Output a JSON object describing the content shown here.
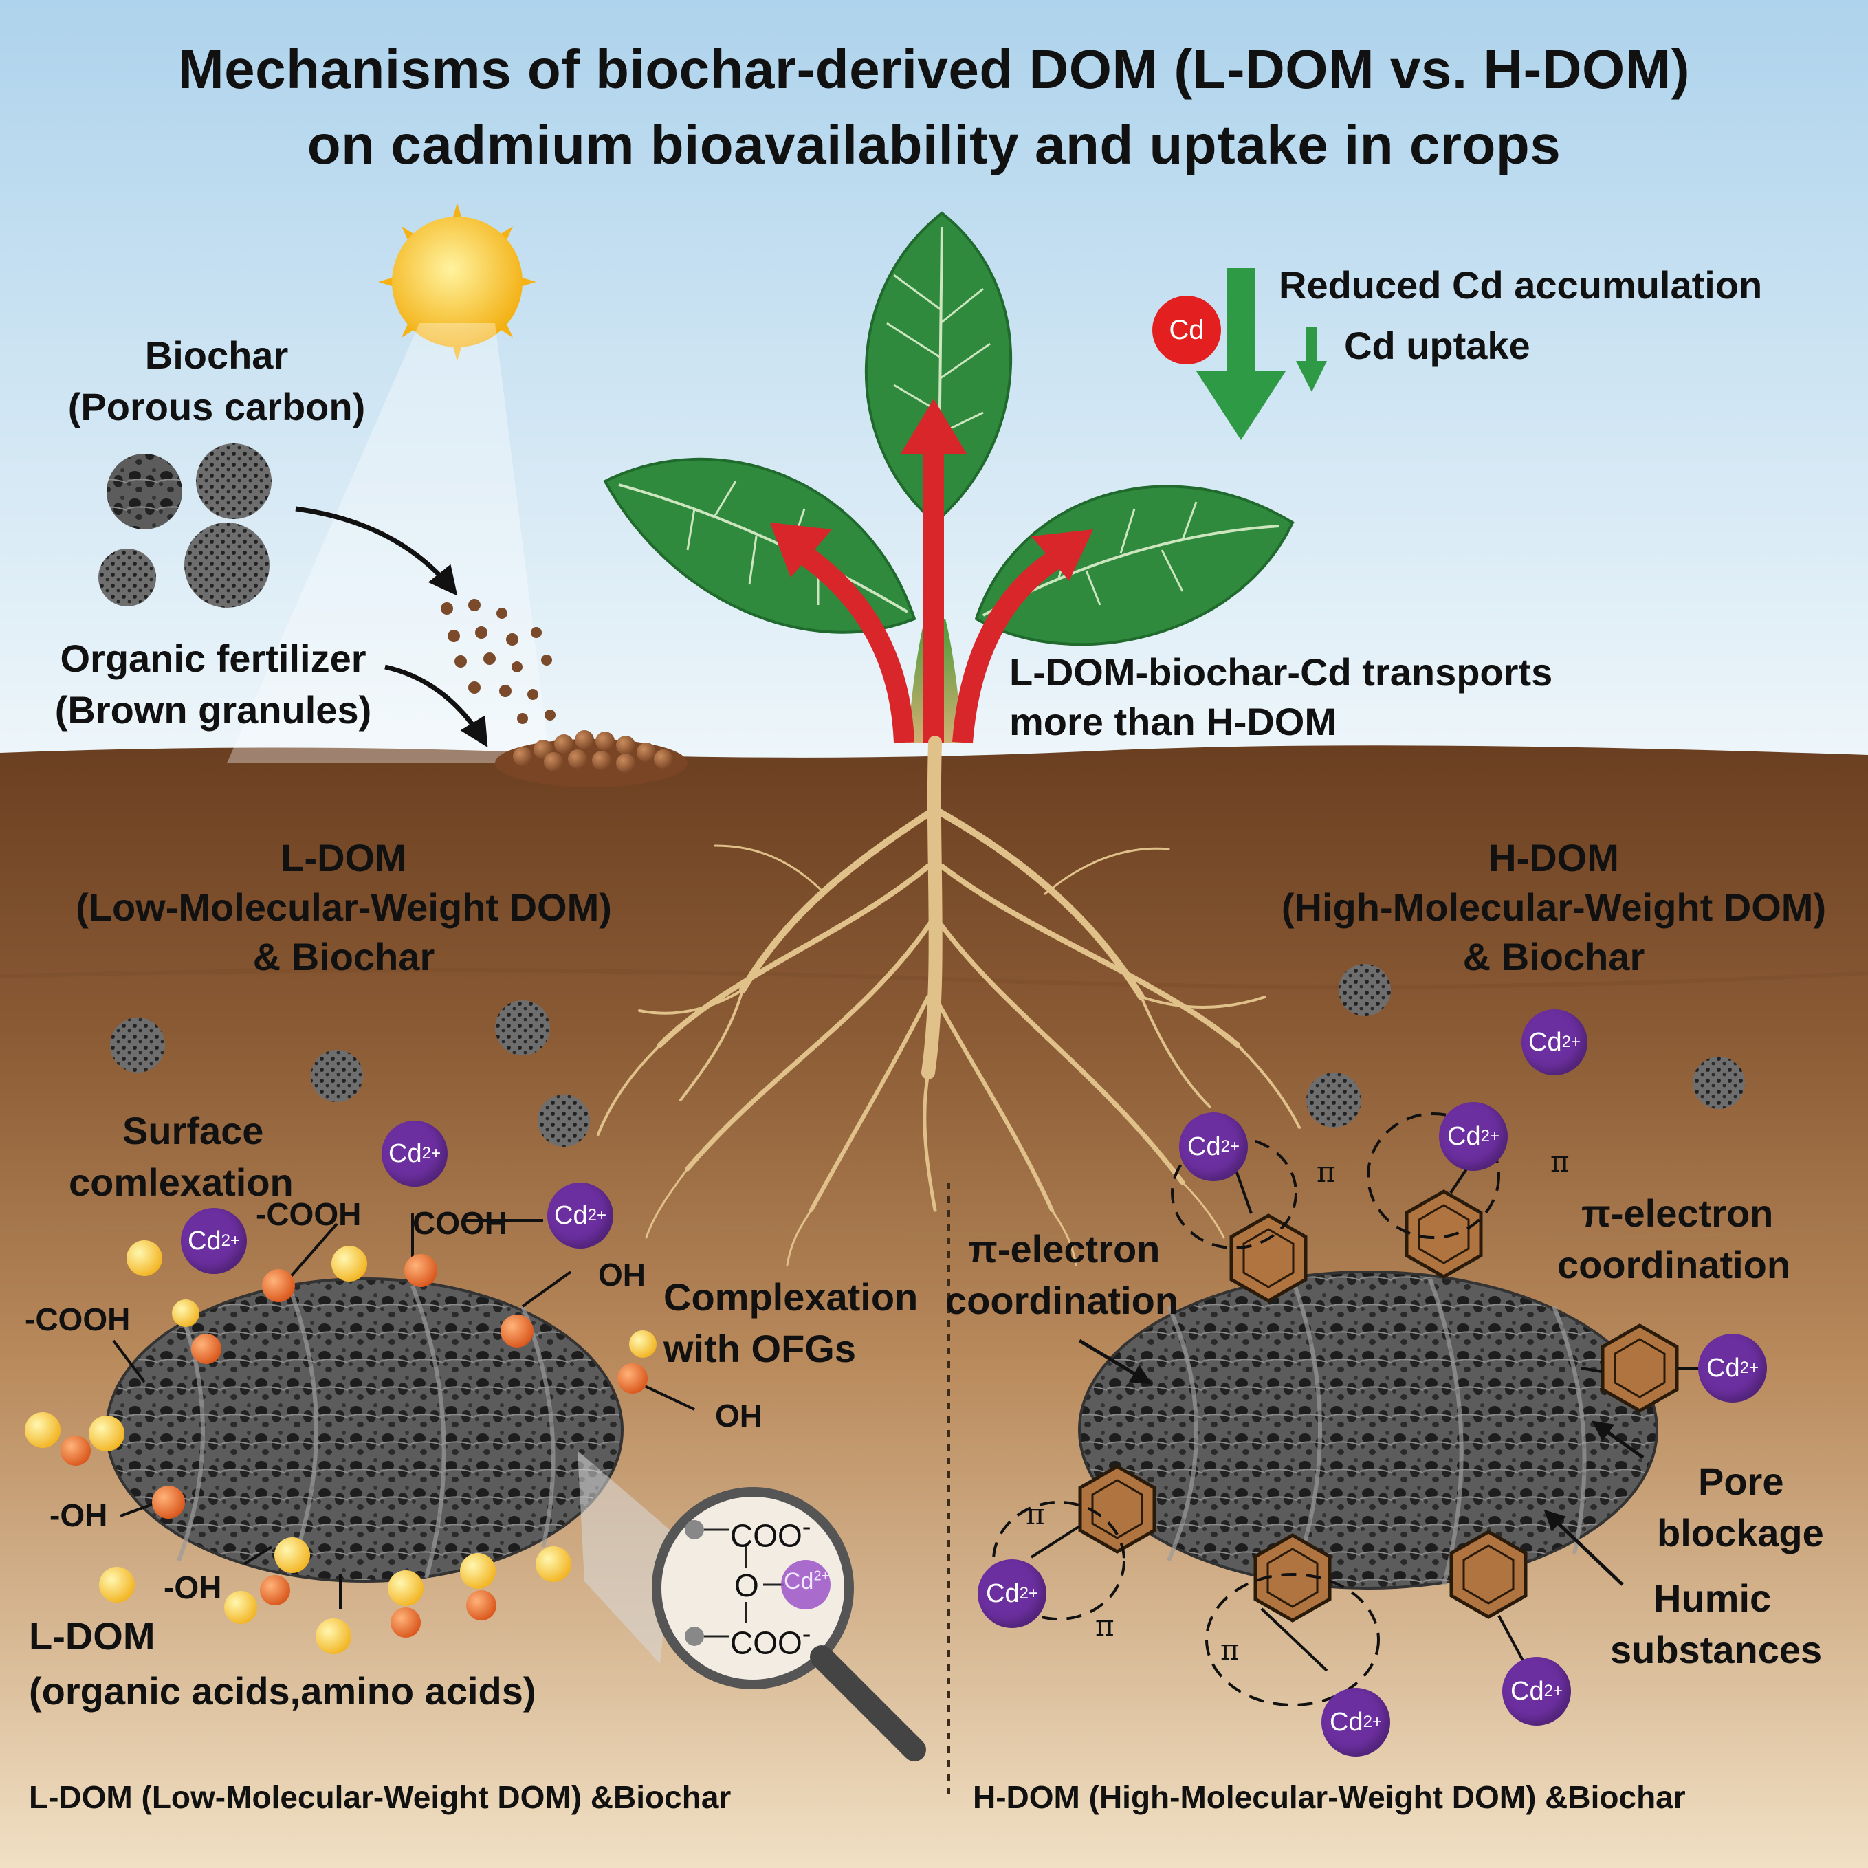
{
  "title": {
    "line1": "Mechanisms of biochar-derived DOM (L-DOM vs. H-DOM)",
    "line2": "on cadmium bioavailability and uptake in crops"
  },
  "top_left": {
    "biochar_label": "Biochar",
    "biochar_sub": "(Porous carbon)",
    "fertilizer_label": "Organic fertilizer",
    "fertilizer_sub": "(Brown granules)"
  },
  "top_right": {
    "badge": "Cd",
    "reduced": "Reduced  Cd  accumulation",
    "uptake": "Cd  uptake"
  },
  "transport": {
    "line1": "L-DOM-biochar-Cd  transports",
    "line2": "more  than  H-DOM"
  },
  "left_panel": {
    "heading1": "L-DOM",
    "heading2": "(Low-Molecular-Weight  DOM)",
    "heading3": "& Biochar",
    "surface1": "Surface",
    "surface2": "comlexation",
    "cooh1": "-COOH",
    "cooh2": "COOH",
    "cooh3": "-COOH",
    "oh1": "OH",
    "oh2": "OH",
    "oh3": "-OH",
    "oh4": "-OH",
    "complex1": "Complexation",
    "complex2": "with OFGs",
    "ldom1": "L-DOM",
    "ldom2": "(organic acids,amino acids)",
    "footer": "L-DOM (Low-Molecular-Weight DOM) &Biochar",
    "magnifier": {
      "coo_top": "COO",
      "o_mid": "O",
      "coo_bot": "COO",
      "minus": "-"
    }
  },
  "right_panel": {
    "heading1": "H-DOM",
    "heading2": "(High-Molecular-Weight  DOM)",
    "heading3": "& Biochar",
    "pi_left1": "π-electron",
    "pi_left2": "coordination",
    "pi_right1": "π-electron",
    "pi_right2": "coordination",
    "pore1": "Pore",
    "pore2": "blockage",
    "humic1": "Humic",
    "humic2": "substances",
    "pi_symbol": "π",
    "footer": "H-DOM (High-Molecular-Weight DOM) &Biochar"
  },
  "ion": {
    "symbol": "Cd",
    "charge": "2+"
  },
  "colors": {
    "sky_top": "#b9d9ee",
    "soil_top": "#6b4124",
    "soil_bottom": "#e2c39c",
    "leaf": "#2e8b3e",
    "arrow_red": "#d8262b",
    "arrow_green": "#2f9a46",
    "cd_ion": "#6c2fa0",
    "benzene": "#b07440"
  }
}
